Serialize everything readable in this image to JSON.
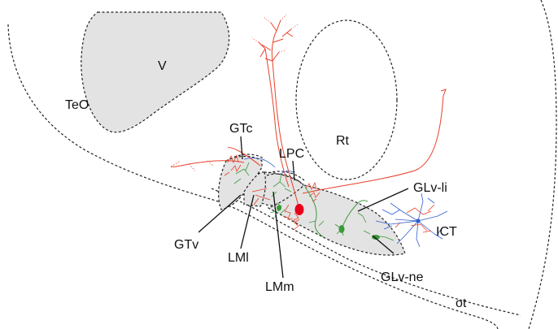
{
  "labels": {
    "V": "V",
    "TeO": "TeO",
    "Rt": "Rt",
    "GTc": "GTc",
    "LPC": "LPC",
    "GLv_li": "GLv-li",
    "ICT": "ICT",
    "GTv": "GTv",
    "LMl": "LMl",
    "LMm": "LMm",
    "GLv_ne": "GLv-ne",
    "ot": "ot"
  },
  "colors": {
    "region_fill": "#e3e3e3",
    "outline": "#222222",
    "red_neurons": "#e8402a",
    "green_neurons": "#3a9a3a",
    "blue_neurons": "#2f5fd0",
    "red_soma": "#e8001a"
  }
}
